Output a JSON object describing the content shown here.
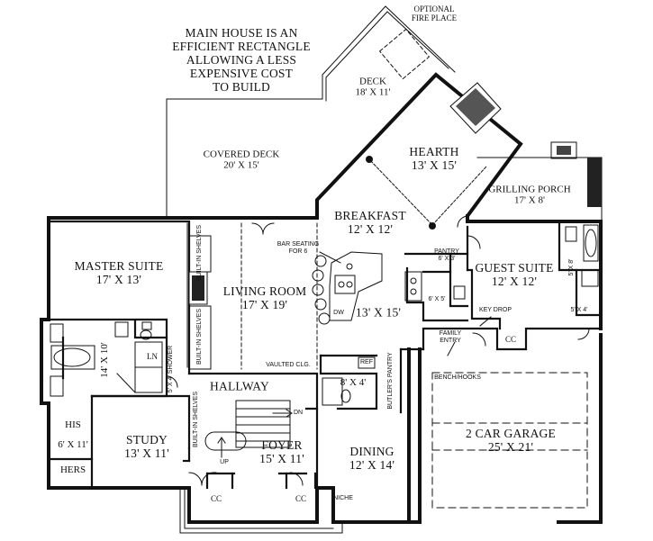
{
  "note": [
    "MAIN HOUSE IS AN",
    "EFFICIENT RECTANGLE",
    "ALLOWING A LESS",
    "EXPENSIVE COST",
    "TO BUILD"
  ],
  "rooms": {
    "fireplace": {
      "name": [
        "OPTIONAL",
        "FIRE PLACE"
      ]
    },
    "deck": {
      "name": "DECK",
      "size": "18' X 11'"
    },
    "covered_deck": {
      "name": "COVERED DECK",
      "size": "20' X 15'"
    },
    "hearth": {
      "name": "HEARTH",
      "size": "13' X 15'"
    },
    "grilling_porch": {
      "name": "GRILLING PORCH",
      "size": "17' X 8'"
    },
    "breakfast": {
      "name": "BREAKFAST",
      "size": "12' X 12'"
    },
    "master_suite": {
      "name": "MASTER SUITE",
      "size": "17' X 13'"
    },
    "living_room": {
      "name": "LIVING ROOM",
      "size": "17' X 19'"
    },
    "kitchen": {
      "size": "13' X 15'"
    },
    "guest_suite": {
      "name": "GUEST SUITE",
      "size": "12' X 12'"
    },
    "pantry": {
      "name": "PANTRY",
      "size": "6' X 3'"
    },
    "hallway": {
      "name": "HALLWAY"
    },
    "master_bath": {
      "size": "14' X 10'"
    },
    "study": {
      "name": "STUDY",
      "size": "13' X 11'"
    },
    "foyer": {
      "name": "FOYER",
      "size": "15' X 11'"
    },
    "dining": {
      "name": "DINING",
      "size": "12' X 14'"
    },
    "garage": {
      "name": "2 CAR GARAGE",
      "size": "25' X 21'"
    },
    "his_hers": {
      "his": "HIS",
      "size": "6' X 11'",
      "hers": "HERS"
    },
    "powder": {
      "size": "8' X 4'"
    }
  },
  "small_labels": {
    "bar_seating": [
      "BAR SEATING",
      "FOR 6"
    ],
    "built_in_shelves": "BUILT-IN SHELVES",
    "built_in_shelves_study": "BUILT-IN SHELVES",
    "shower": "5' X 4' SHOWER",
    "ln": "LN",
    "vaulted": "VAULTED CLG.",
    "ref": "REF",
    "dw": "DW",
    "closet_6x5": "6' X 5'",
    "key_drop": "KEY DROP",
    "family_entry": [
      "FAMILY",
      "ENTRY"
    ],
    "bench_hooks": "BENCH/HOOKS",
    "butlers_pantry": "BUTLER'S PANTRY",
    "guest_bath": "5' X 8'",
    "guest_closet": "5' X 4'",
    "cc_garage": "CC",
    "cc_left": "CC",
    "cc_right": "CC",
    "dn": "DN",
    "up": "UP",
    "niche": "NICHE"
  }
}
